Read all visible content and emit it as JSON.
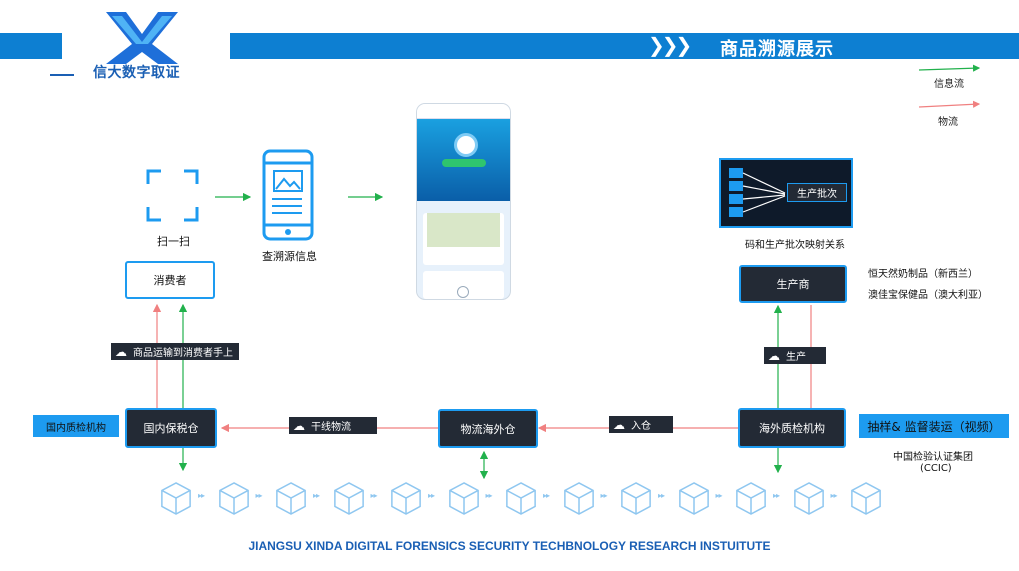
{
  "header": {
    "title": "商品溯源展示",
    "chevrons": "❯❯❯",
    "logo_text": "信大数字取证"
  },
  "legend": {
    "info_flow": "信息流",
    "logistics": "物流",
    "info_color": "#22b14c",
    "logistics_color": "#f08080"
  },
  "nodes": {
    "scan": "扫一扫",
    "query": "查溯源信息",
    "consumer": "消费者",
    "producer": "生产商",
    "bonded_warehouse": "国内保税仓",
    "overseas_warehouse": "物流海外仓",
    "overseas_inspection": "海外质检机构",
    "batch": "生产批次",
    "batch_caption": "码和生产批次映射关系"
  },
  "producers": {
    "line1": "恒天然奶制品（新西兰）",
    "line2": "澳佳宝保健品（澳大利亚）"
  },
  "edges": {
    "delivered": "商品运输到消费者手上",
    "trunk": "干线物流",
    "inbound": "入仓",
    "production": "生产"
  },
  "side_labels": {
    "domestic_inspection": "国内质检机构",
    "sampling": "抽样& 监督装运（视频）",
    "ccic_name": "中国检验认证集团",
    "ccic_abbr": "(CCIC)"
  },
  "footer": "JIANGSU XINDA DIGITAL FORENSICS SECURITY TECHBNOLOGY RESEARCH INSTUITUTE",
  "icons": [
    "scan-icon",
    "phone-icon",
    "cloud-icon",
    "blockchain-cube-icon",
    "logo-x-icon"
  ]
}
